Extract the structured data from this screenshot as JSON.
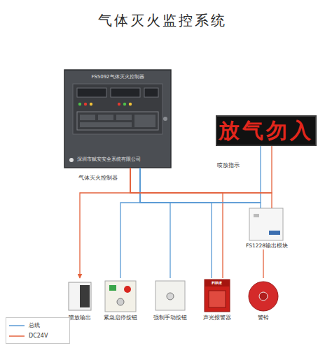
{
  "diagram": {
    "title": "气体灭火监控系统",
    "nodes": [
      {
        "text": [
          "FS5092气体灭火控制器",
          "深圳市赋安安全系统有限公司"
        ]
      },
      {
        "text": [
          "放气勿入",
          "喷放指示"
        ]
      },
      {
        "text": [
          "FS1228输出模块"
        ]
      },
      {
        "text": [
          "喷放输出"
        ]
      },
      {
        "text": [
          "紧急启停按钮"
        ]
      },
      {
        "text": [
          "强制手动按钮"
        ]
      },
      {
        "text": [
          "声光报警器"
        ]
      },
      {
        "text": [
          "警铃"
        ]
      }
    ],
    "edges": [
      {
        "from": 0,
        "to": 1,
        "arrow": "none"
      },
      {
        "from": 0,
        "to": 1,
        "arrow": "none"
      },
      {
        "from": 0,
        "to": 3,
        "arrow": "to"
      },
      {
        "from": 0,
        "to": 4,
        "arrow": "none"
      },
      {
        "from": 0,
        "to": 5,
        "arrow": "none"
      },
      {
        "from": 0,
        "to": 6,
        "arrow": "none"
      },
      {
        "from": 0,
        "to": 6,
        "arrow": "none"
      },
      {
        "from": 0,
        "to": 2,
        "arrow": "none"
      },
      {
        "from": 0,
        "to": 2,
        "arrow": "none"
      },
      {
        "from": 2,
        "to": 7,
        "arrow": "none"
      }
    ],
    "labels": [
      "气体灭火控制器",
      "FIRE"
    ],
    "legend": [
      {
        "text": "总线"
      },
      {
        "text": "DC24V"
      }
    ]
  }
}
